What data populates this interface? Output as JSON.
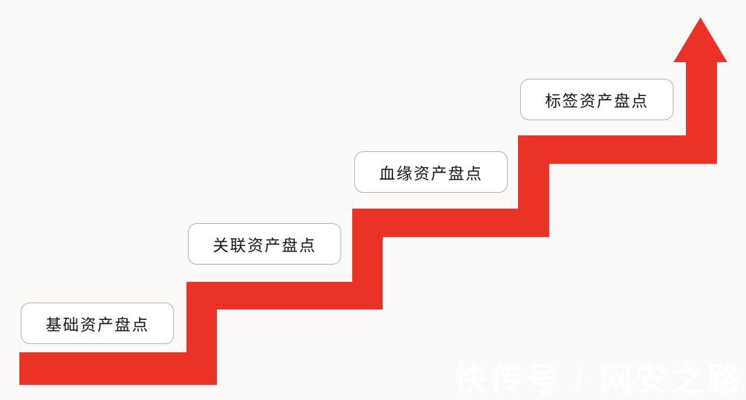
{
  "diagram": {
    "type": "staircase-ascending-arrow",
    "steps": [
      {
        "label": "基础资产盘点"
      },
      {
        "label": "关联资产盘点"
      },
      {
        "label": "血缘资产盘点"
      },
      {
        "label": "标签资产盘点"
      }
    ],
    "arrow_direction": "up"
  },
  "watermark": {
    "text": "快传号 / 网安之路"
  },
  "colors": {
    "stair_red": "#ea3326",
    "box_border": "#b0afad",
    "box_background": "#ffffff",
    "label_text": "#141414",
    "watermark_text": "#ffffff"
  }
}
